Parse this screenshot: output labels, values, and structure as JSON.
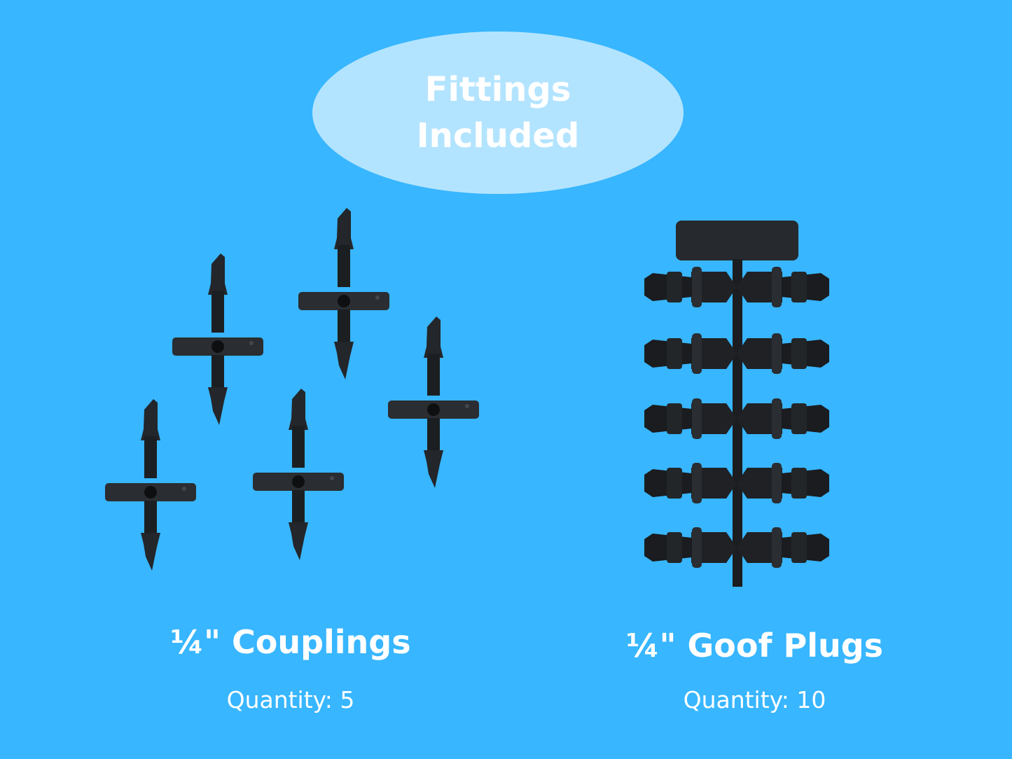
{
  "banner": {
    "line1": "Fittings",
    "line2": "Included"
  },
  "products": [
    {
      "name": "¼\" Couplings",
      "quantity_text": "Quantity: 5"
    },
    {
      "name": "¼\" Goof Plugs",
      "quantity_text": "Quantity: 10"
    }
  ],
  "colors": {
    "background": "#38b6ff",
    "banner": "#b3e4ff",
    "fitting": "#23262a",
    "text": "#ffffff"
  },
  "icons": [
    "coupling-fitting-icon",
    "goof-plug-sprue-icon"
  ]
}
